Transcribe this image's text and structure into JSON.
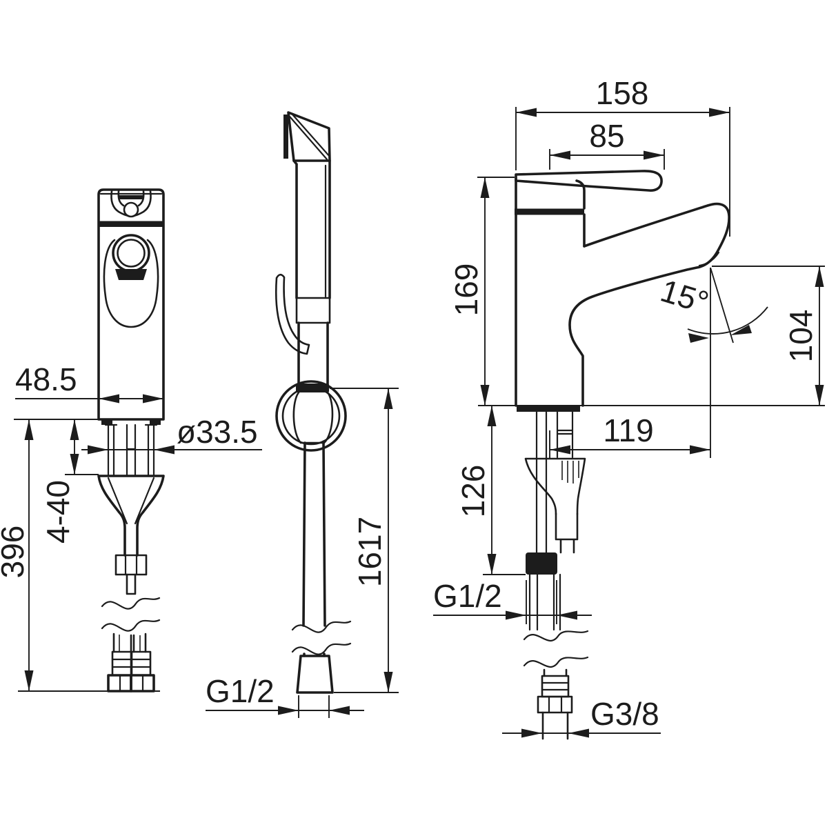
{
  "colors": {
    "line": "#1c1c1c",
    "background": "#ffffff"
  },
  "views": {
    "front": {
      "dims": {
        "body_width": "48.5",
        "shank_diameter": "ø33.5",
        "deck_thickness_range": "4-40",
        "supply_hose_length": "396"
      }
    },
    "side": {
      "dims": {
        "spray_hose_length": "1617",
        "spray_hose_thread": "G1/2"
      }
    },
    "profile": {
      "dims": {
        "total_depth": "158",
        "handle_projection": "85",
        "body_height": "169",
        "spout_angle": "15°",
        "outlet_height": "104",
        "spout_projection": "119",
        "spray_connection_depth": "126",
        "spray_connection_thread": "G1/2",
        "supply_connection_thread": "G3/8"
      }
    }
  }
}
